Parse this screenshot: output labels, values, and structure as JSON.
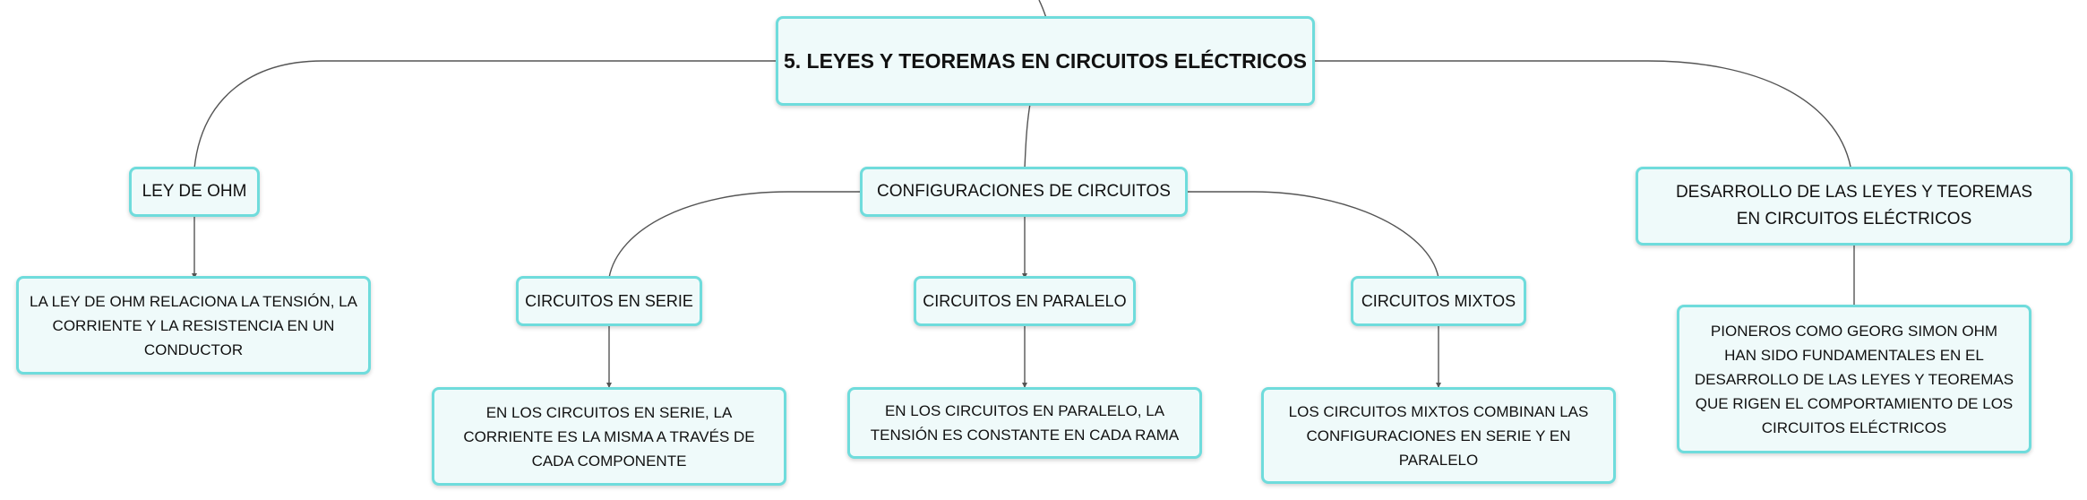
{
  "diagram": {
    "root": {
      "label": "5. LEYES Y TEOREMAS EN CIRCUITOS ELÉCTRICOS"
    },
    "branches": {
      "ohm": {
        "label": "LEY DE OHM",
        "detail": "LA LEY DE OHM RELACIONA LA TENSIÓN, LA CORRIENTE Y LA RESISTENCIA EN UN CONDUCTOR"
      },
      "config": {
        "label": "CONFIGURACIONES DE CIRCUITOS",
        "children": {
          "serie": {
            "label": "CIRCUITOS EN SERIE",
            "detail": "EN LOS CIRCUITOS EN SERIE, LA CORRIENTE ES LA MISMA A TRAVÉS DE CADA COMPONENTE"
          },
          "paralelo": {
            "label": "CIRCUITOS EN PARALELO",
            "detail": "EN LOS CIRCUITOS EN PARALELO, LA TENSIÓN ES CONSTANTE EN CADA RAMA"
          },
          "mixtos": {
            "label": "CIRCUITOS MIXTOS",
            "detail": "LOS CIRCUITOS MIXTOS COMBINAN LAS CONFIGURACIONES EN SERIE Y EN PARALELO"
          }
        }
      },
      "desarrollo": {
        "label": "DESARROLLO DE LAS LEYES Y TEOREMAS EN CIRCUITOS ELÉCTRICOS",
        "detail": "PIONEROS COMO GEORG SIMON OHM HAN SIDO FUNDAMENTALES EN EL DESARROLLO DE LAS LEYES Y TEOREMAS QUE RIGEN EL COMPORTAMIENTO DE LOS CIRCUITOS ELÉCTRICOS"
      }
    },
    "colors": {
      "node_fill": "#effafa",
      "node_border": "#6fdcdc",
      "connector": "#555555"
    }
  }
}
